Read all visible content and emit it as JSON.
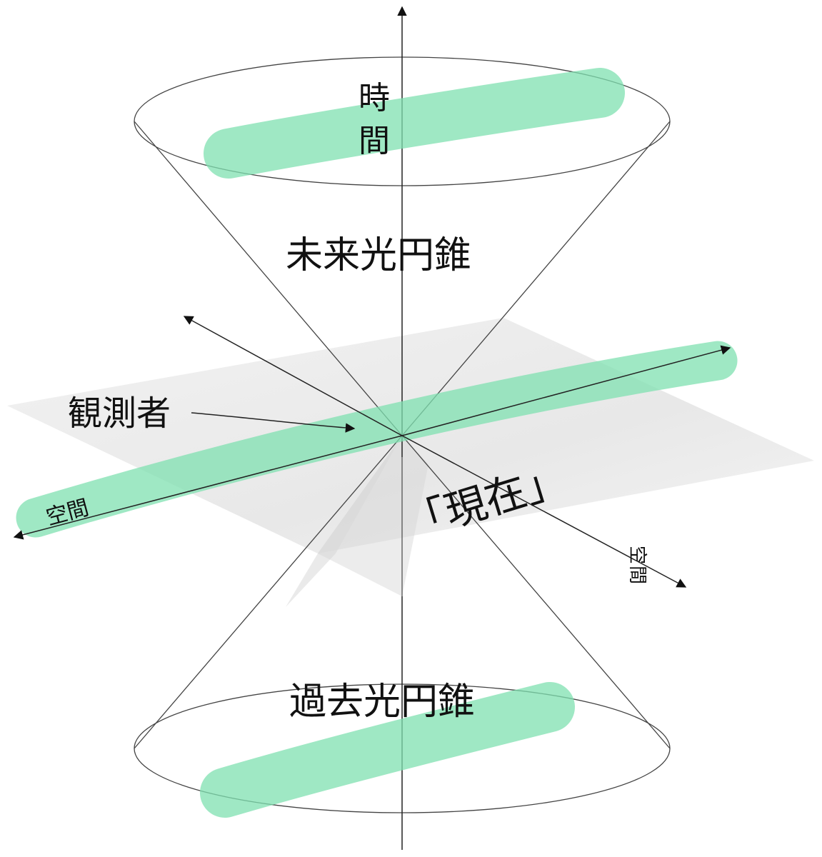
{
  "labels": {
    "time_char_1": "時",
    "time_char_2": "間",
    "future_cone": "未来光円錐",
    "past_cone": "過去光円錐",
    "observer": "観測者",
    "present": "「現在」",
    "space_left": "空間",
    "space_right_char_1": "空",
    "space_right_char_2": "間"
  },
  "colors": {
    "highlight": "#7fe0b0",
    "line": "#111111",
    "cone_line": "#555555",
    "plane": "#e6e6e6"
  },
  "icons": {
    "arrowhead": "arrowhead-icon"
  }
}
